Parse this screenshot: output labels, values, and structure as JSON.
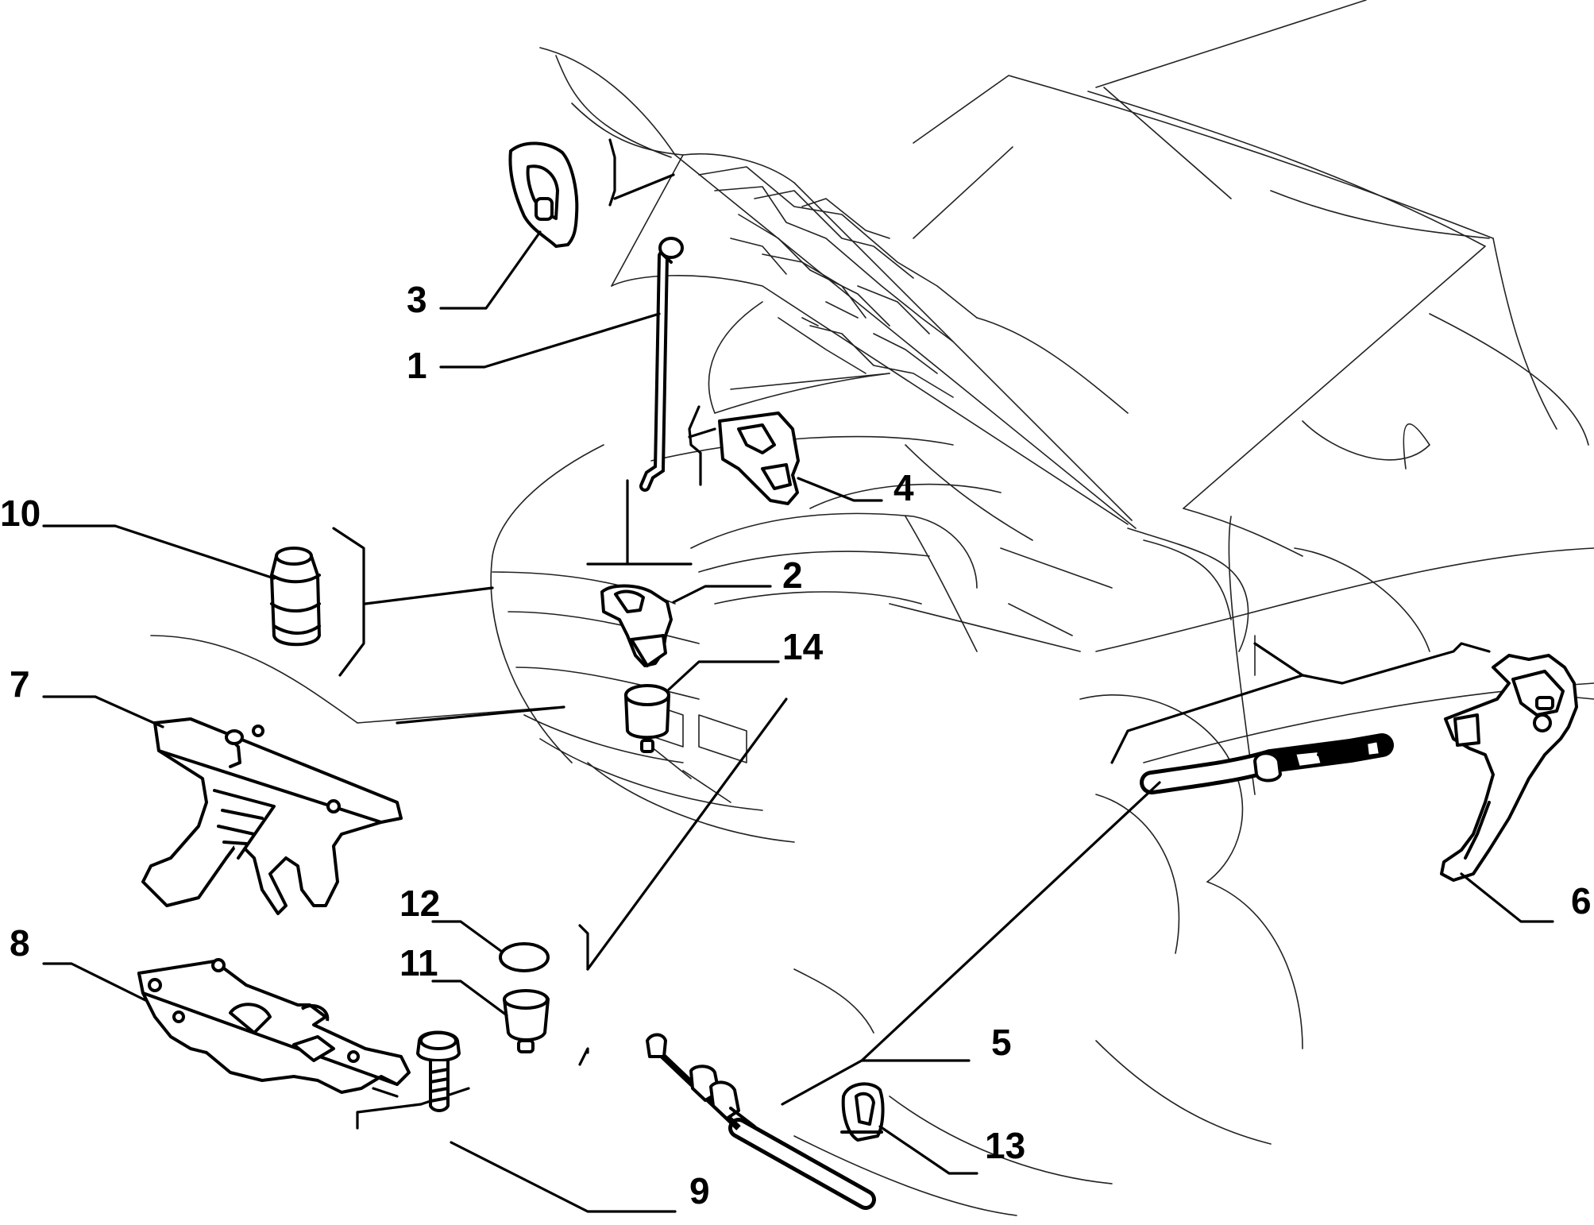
{
  "diagram": {
    "type": "exploded-parts-diagram",
    "callouts": [
      {
        "id": "1",
        "label": "1",
        "part": "bonnet-support-rod"
      },
      {
        "id": "2",
        "label": "2",
        "part": "rod-retaining-clip"
      },
      {
        "id": "3",
        "label": "3",
        "part": "rod-holder-clip"
      },
      {
        "id": "4",
        "label": "4",
        "part": "rod-pivot-bracket"
      },
      {
        "id": "5",
        "label": "5",
        "part": "release-cable"
      },
      {
        "id": "6",
        "label": "6",
        "part": "release-lever"
      },
      {
        "id": "7",
        "label": "7",
        "part": "bonnet-lock"
      },
      {
        "id": "8",
        "label": "8",
        "part": "lock-mounting-bracket"
      },
      {
        "id": "9",
        "label": "9",
        "part": "bolt"
      },
      {
        "id": "10",
        "label": "10",
        "part": "rubber-buffer"
      },
      {
        "id": "11",
        "label": "11",
        "part": "adjustable-stop"
      },
      {
        "id": "12",
        "label": "12",
        "part": "cap"
      },
      {
        "id": "13",
        "label": "13",
        "part": "grommet"
      },
      {
        "id": "14",
        "label": "14",
        "part": "bump-stop"
      }
    ],
    "colors": {
      "line": "#000000",
      "background": "#ffffff"
    }
  }
}
